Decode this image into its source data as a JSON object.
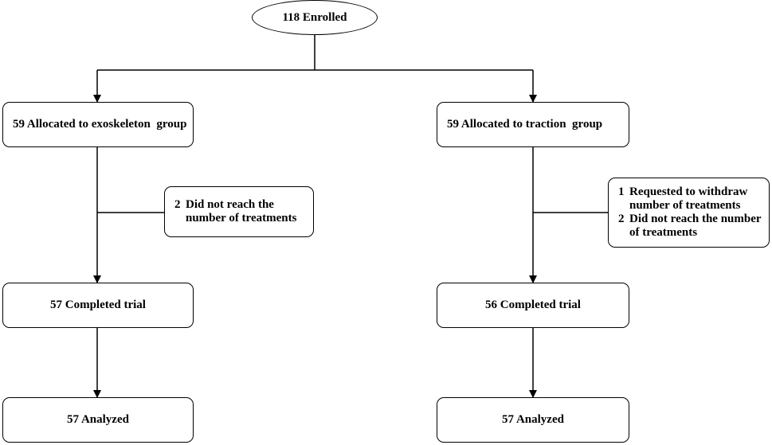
{
  "enrolled": "118 Enrolled",
  "groups": {
    "exoskeleton": {
      "allocated": "59 Allocated to exoskeleton  group",
      "exclusions": [
        {
          "num": "2",
          "text": "Did not reach the\nnumber of treatments"
        }
      ],
      "completed": "57 Completed trial",
      "analyzed": "57 Analyzed"
    },
    "traction": {
      "allocated": "59 Allocated to traction  group",
      "exclusions": [
        {
          "num": "1",
          "text": "Requested to withdraw\nnumber of treatments"
        },
        {
          "num": "2",
          "text": "Did not reach the number\nof treatments"
        }
      ],
      "completed": "56 Completed trial",
      "analyzed": "57 Analyzed"
    }
  }
}
